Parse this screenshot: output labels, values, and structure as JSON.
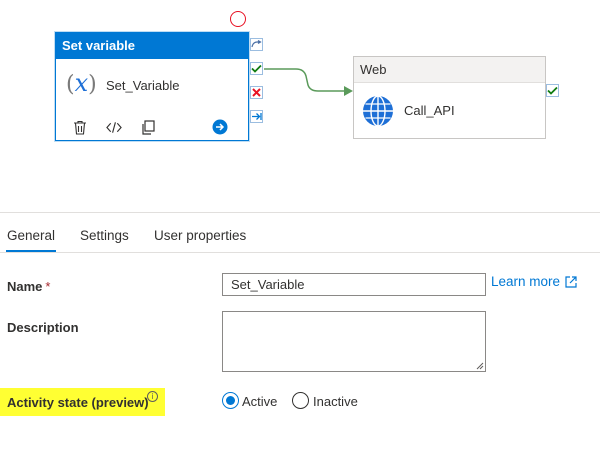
{
  "canvas": {
    "selected_activity": {
      "type_label": "Set variable",
      "name": "Set_Variable",
      "icon": "variable-fx-icon",
      "tools": [
        "delete-icon",
        "code-icon",
        "copy-icon",
        "arrow-right-circle-icon"
      ]
    },
    "ports": [
      "skip-icon",
      "success-check-icon",
      "failure-x-icon",
      "completion-arrow-icon"
    ],
    "next_activity": {
      "type_label": "Web",
      "name": "Call_API",
      "icon": "globe-icon"
    }
  },
  "tabs": [
    {
      "label": "General",
      "active": true
    },
    {
      "label": "Settings",
      "active": false
    },
    {
      "label": "User properties",
      "active": false
    }
  ],
  "form": {
    "name_label": "Name",
    "required_mark": "*",
    "name_value": "Set_Variable",
    "learn_more": "Learn more",
    "description_label": "Description",
    "description_value": "",
    "state_label": "Activity state (preview)",
    "state_options": [
      {
        "label": "Active",
        "checked": true
      },
      {
        "label": "Inactive",
        "checked": false
      }
    ]
  },
  "colors": {
    "accent": "#0078d4",
    "success": "#107c10",
    "failure": "#e81123",
    "highlight": "#ffff33"
  }
}
